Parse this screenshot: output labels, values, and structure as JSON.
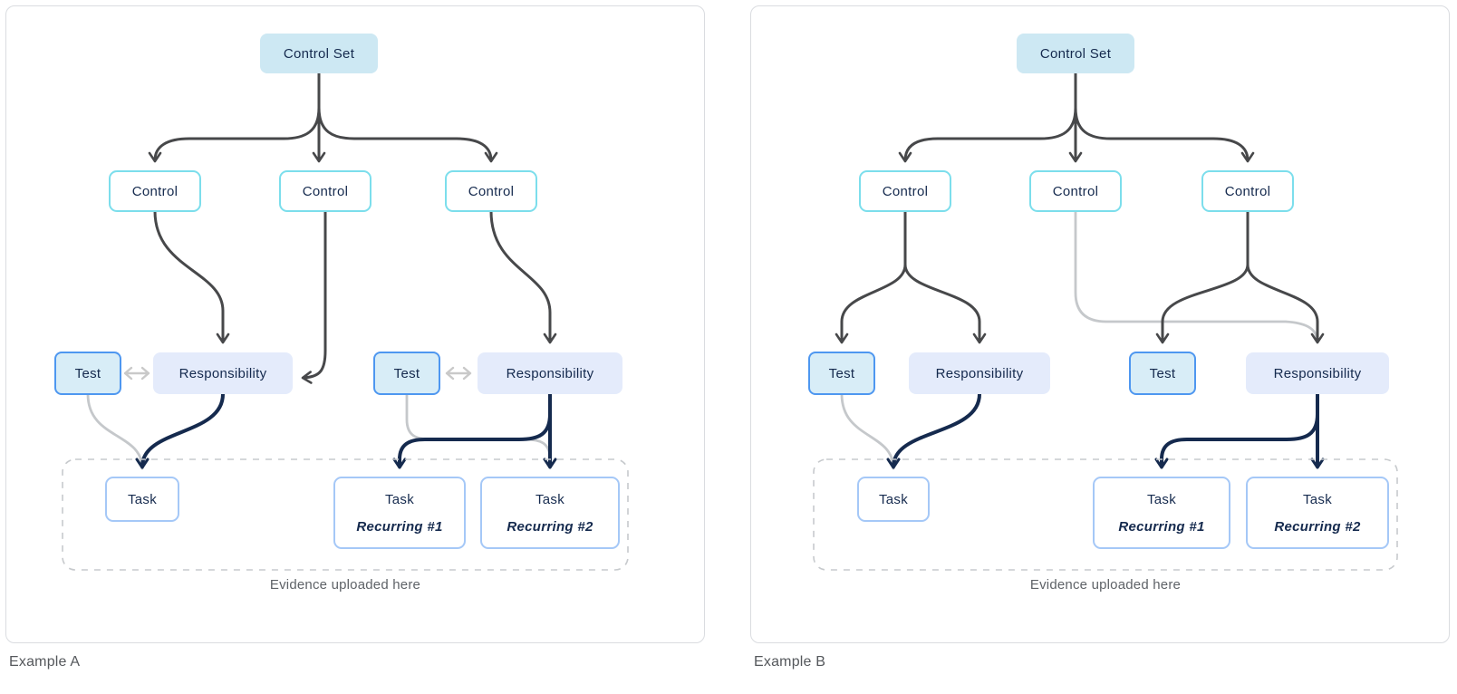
{
  "labels": {
    "control_set": "Control Set",
    "control": "Control",
    "test": "Test",
    "responsibility": "Responsibility",
    "task": "Task",
    "recurring_1": "Recurring #1",
    "recurring_2": "Recurring #2"
  },
  "panels": [
    {
      "caption": "Example A",
      "evidence_label": "Evidence uploaded here"
    },
    {
      "caption": "Example B",
      "evidence_label": "Evidence uploaded here"
    }
  ],
  "colors": {
    "control_set_fill": "#cde8f3",
    "control_border": "#7cdeec",
    "test_fill": "#d8edf7",
    "test_border": "#4e97f0",
    "responsibility_fill": "#e4ebfb",
    "task_border": "#a5c8f7",
    "edge_dark": "#47484a",
    "edge_navy": "#152a4e",
    "edge_gray": "#c5c8cb",
    "text_navy": "#152a4e",
    "muted_text": "#5f6368"
  }
}
